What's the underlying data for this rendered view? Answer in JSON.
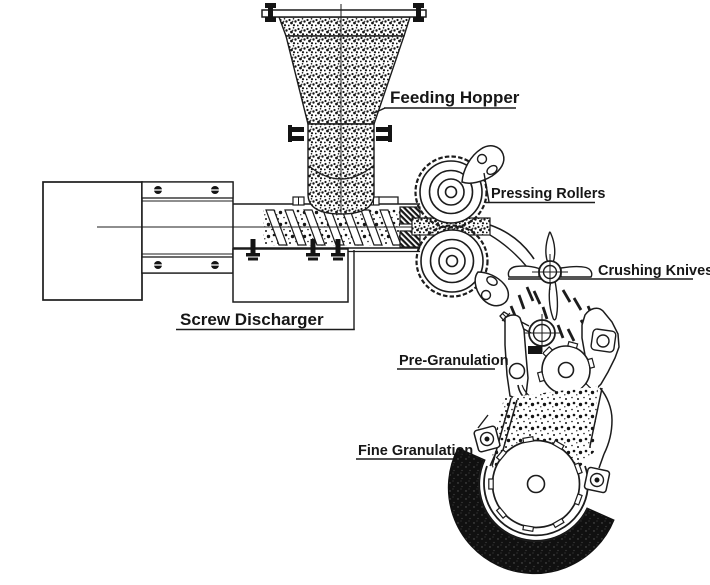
{
  "page": {
    "type": "technical-diagram",
    "background_color": "#ffffff",
    "line_color": "#1c1c1c"
  },
  "labels": {
    "feeding_hopper": "Feeding Hopper",
    "pressing_rollers": "Pressing Rollers",
    "crushing_knives": "Crushing Knives",
    "screw_discharger": "Screw Discharger",
    "pre_granulation": "Pre-Granulation",
    "fine_granulation": "Fine Granulation"
  }
}
